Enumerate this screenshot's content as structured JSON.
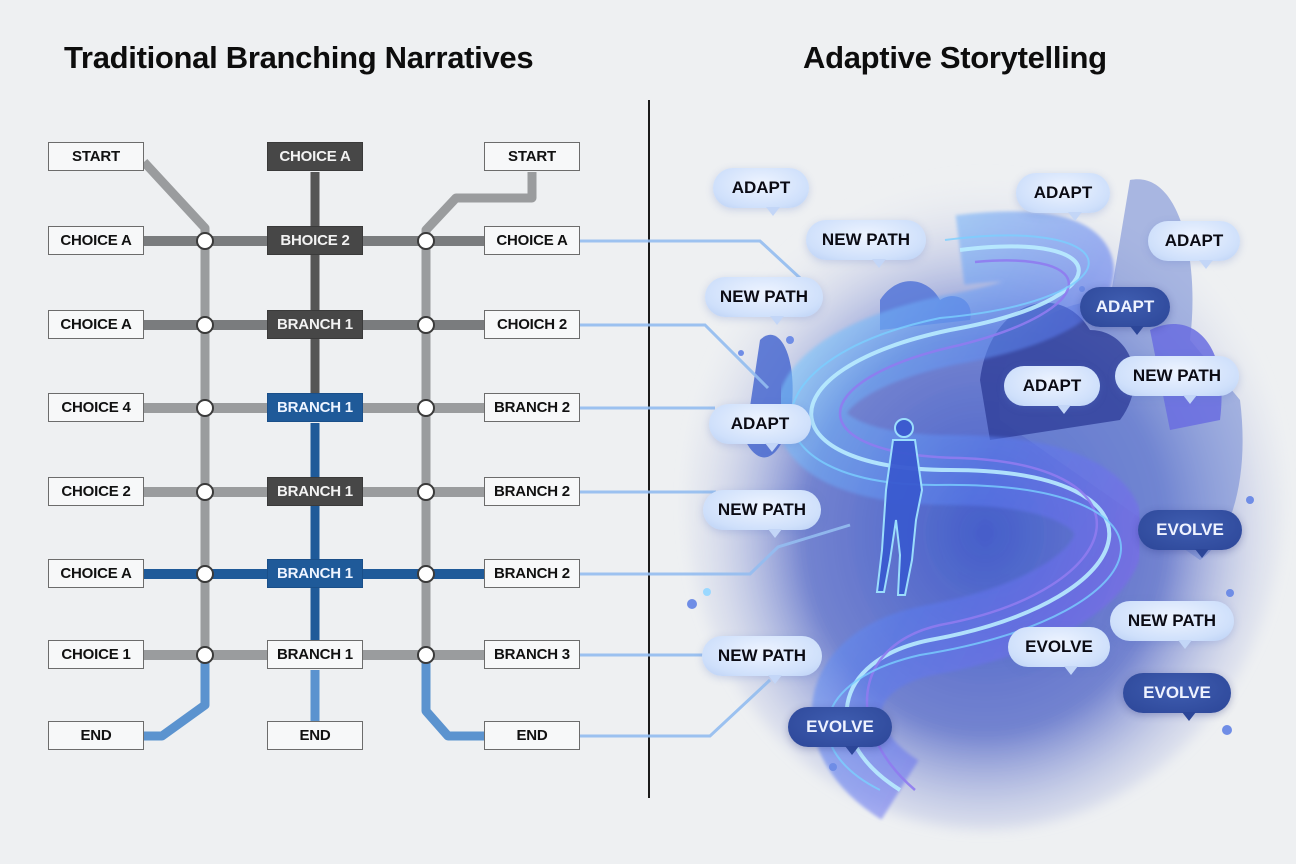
{
  "titles": {
    "left": "Traditional Branching Narratives",
    "right": "Adaptive Storytelling"
  },
  "colors": {
    "background": "#eef0f2",
    "gray_track": "#9a9c9e",
    "dark_track": "#555555",
    "blue_track": "#1f5a99",
    "light_blue_track": "#5b93cf",
    "connector": "#8fb8ee"
  },
  "traditional": {
    "left_column": [
      "START",
      "CHOICE A",
      "CHOICE A",
      "CHOICE 4",
      "CHOICE 2",
      "CHOICE A",
      "CHOICE 1",
      "END"
    ],
    "center_column": [
      {
        "label": "CHOICE A",
        "style": "dark"
      },
      {
        "label": "BHOICE 2",
        "style": "dark"
      },
      {
        "label": "BRANCH 1",
        "style": "dark"
      },
      {
        "label": "BRANCH 1",
        "style": "blue"
      },
      {
        "label": "BRANCH 1",
        "style": "dark"
      },
      {
        "label": "BRANCH 1",
        "style": "blue"
      },
      {
        "label": "BRANCH 1",
        "style": "light"
      },
      {
        "label": "END",
        "style": "light"
      }
    ],
    "right_column": [
      "START",
      "CHOICE A",
      "CHOICH 2",
      "BRANCH 2",
      "BRANCH 2",
      "BRANCH 2",
      "BRANCH 3",
      "END"
    ]
  },
  "adaptive": {
    "bubbles": [
      {
        "label": "ADAPT",
        "style": "light"
      },
      {
        "label": "NEW PATH",
        "style": "light"
      },
      {
        "label": "ADAPT",
        "style": "light"
      },
      {
        "label": "ADAPT",
        "style": "light"
      },
      {
        "label": "NEW PATH",
        "style": "light"
      },
      {
        "label": "ADAPT",
        "style": "dark"
      },
      {
        "label": "ADAPT",
        "style": "light"
      },
      {
        "label": "NEW PATH",
        "style": "light"
      },
      {
        "label": "ADAPT",
        "style": "light"
      },
      {
        "label": "NEW PATH",
        "style": "light"
      },
      {
        "label": "EVOLVE",
        "style": "dark"
      },
      {
        "label": "NEW PATH",
        "style": "light"
      },
      {
        "label": "EVOLVE",
        "style": "light"
      },
      {
        "label": "NEW PATH",
        "style": "light"
      },
      {
        "label": "EVOLVE",
        "style": "dark"
      },
      {
        "label": "EVOLVE",
        "style": "dark"
      }
    ]
  }
}
